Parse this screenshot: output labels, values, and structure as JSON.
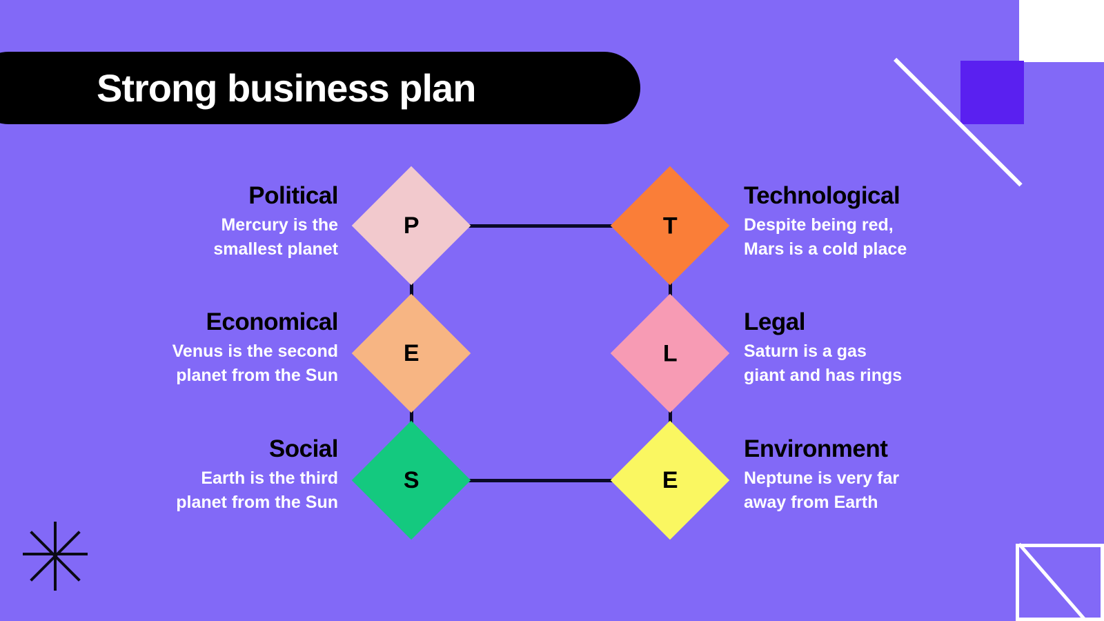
{
  "slide": {
    "title": "Strong business plan",
    "background_color": "#8269F7",
    "title_bar_color": "#000000",
    "title_text_color": "#FFFFFF"
  },
  "diagram": {
    "type": "pestle-matrix",
    "connector_color": "#0A0A28",
    "nodes": [
      {
        "letter": "P",
        "label": "Political",
        "color": "#F2C9CD",
        "side": "left",
        "row": 1
      },
      {
        "letter": "T",
        "label": "Technological",
        "color": "#FA7E38",
        "side": "right",
        "row": 1
      },
      {
        "letter": "E",
        "label": "Economical",
        "color": "#F7B583",
        "side": "left",
        "row": 2
      },
      {
        "letter": "L",
        "label": "Legal",
        "color": "#F79BB4",
        "side": "right",
        "row": 2
      },
      {
        "letter": "S",
        "label": "Social",
        "color": "#14C97F",
        "side": "left",
        "row": 3
      },
      {
        "letter": "E",
        "label": "Environment",
        "color": "#FAF761",
        "side": "right",
        "row": 3
      }
    ]
  },
  "left_column": [
    {
      "heading": "Political",
      "description": "Mercury is the\nsmallest planet"
    },
    {
      "heading": "Economical",
      "description": "Venus is the second\nplanet from the Sun"
    },
    {
      "heading": "Social",
      "description": "Earth is the third\nplanet from the Sun"
    }
  ],
  "right_column": [
    {
      "heading": "Technological",
      "description": "Despite being red,\nMars is a cold place"
    },
    {
      "heading": "Legal",
      "description": "Saturn is a gas\ngiant and has rings"
    },
    {
      "heading": "Environment",
      "description": "Neptune is very far\naway from Earth"
    }
  ],
  "decorations": [
    {
      "name": "white-rectangle",
      "color": "#FFFFFF",
      "position": "top-right"
    },
    {
      "name": "indigo-square",
      "color": "#5A20F0",
      "position": "top-right"
    },
    {
      "name": "white-diagonal-line",
      "color": "#FFFFFF",
      "position": "top-right"
    },
    {
      "name": "black-asterisk",
      "color": "#0A0A14",
      "position": "bottom-left"
    },
    {
      "name": "white-square-outline",
      "color": "#FFFFFF",
      "position": "bottom-right"
    }
  ]
}
